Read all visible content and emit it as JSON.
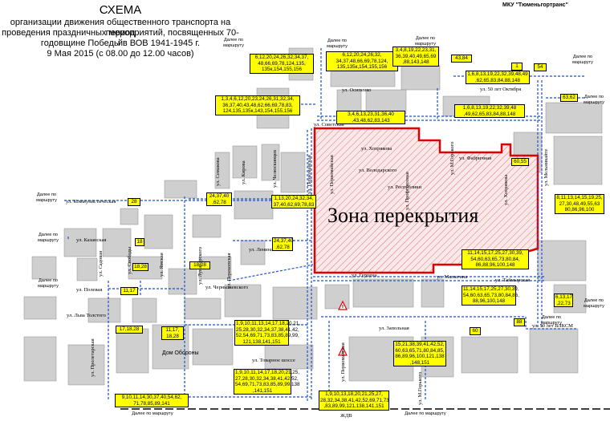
{
  "header": {
    "title": "СХЕМА",
    "line1": "организации движения общественного транспорта на период",
    "line2": "проведения праздничных мероприятий, посвященных 70-й",
    "line3": "годовщине Победы в ВОВ 1941-1945 г.",
    "line4": "9 Мая 2015 (с 08.00 до 12.00 часов)",
    "org": "МКУ \"Тюменьгортранс\""
  },
  "zone_label": "Зона перекрытия",
  "landmark": "Дом Обороны",
  "notes": {
    "more": "Далее по маршруту",
    "more_inline": "Далее по маршруту"
  },
  "boxes": {
    "b01": "6,12,20,24,26,32,34,37, 48,66,69,78,124,135, 135к,154,155,156",
    "b02": "6,12,20,24,26,32, 34,37,48,66,69,78,124, 135,135к,154,155,156",
    "b03": "3,4,8,19,22,23,31, 36,39,40,49,65,69 ,88,143,148",
    "b04": "43,84",
    "b05": "1,6,8,13,19,22,32,39,48,49 ,62,65,83,84,88,148",
    "b06": "1",
    "b07": "54",
    "b08": "63,62",
    "b09": "1,3,4,6,12,20,23,24,26,31,32,34, 36,37,40,43,48,62,66,69,78,83, 124,135,135к,143,154,155,156",
    "b10": "3,4,6,13,23,31,36,40 ,43,48,62,83,143",
    "b11": "1,6,8,13,19,22,32,39,48 ,49,62,65,83,84,88,148",
    "b12": "60,55",
    "b13": "8,11,13,14,15,19,25, 27,30,48,49,55,63 80,86,96,100",
    "b14": "24,37,40 ,62,78",
    "b15": "1,13,20,24,32,34, 37,40,62,69,78,83",
    "b16": "28",
    "b17": "18",
    "b18": "24,37,40 ,62,78",
    "b19": "18,28",
    "b20": "18,28",
    "b21": "11,14,15,17,25,27,30,39, 54,60,63,65,73,80,84, 86,88,96,100,148",
    "b22": "11,17",
    "b23": "11,14,15,17,25,27,30,39, 54,60,63,65,73,80,84,86, 88,96,100,148",
    "b24": "6,13,17 ,22,73",
    "b25": "17,18,28",
    "b26": "11,17, 18,28",
    "b27": "1,9,10,11,13,14,17,18,20,21, 25,28,30,32,34,37,38,41,42, 52,54,69,71,73,83,85,89,99, 121,138,141,151",
    "b28": "15,21,38,39,41,42,52, 60,63,65,71,80,84,85, 86,89,96,100,121,138 ,148,151",
    "b29": "60",
    "b30": "88",
    "b31": "1,9,10,11,14,17,18,20,21,25, 27,28,30,32,34,38,41,42,52, 54,69,71,73,83,85,89,99,138 ,141,151",
    "b32": "1,9,10,13,18,20,21,25,27, 28,32,34,38,41,42,52,69,71,73 ,83,89,99,121,138,141,151",
    "b33": "9,10,11,14,30,37,40,54,62, 71,78,85,89,141"
  },
  "streets": {
    "s01": "ул. Осипенко",
    "s02": "ул. 50 лет Октября",
    "s03": "ул. Советская",
    "s04": "ул. Хохрякова",
    "s05": "ул. Володарского",
    "s06": "ул. Фабричная",
    "s07": "ул. Республики",
    "s08": "ул. Коммунистическая",
    "s09": "ул. Казанская",
    "s10": "ул. Ленина",
    "s11": "ул. Чернышевского",
    "s12": "ул. Полевая",
    "s13": "ул. Льва Толстого",
    "s14": "ул. Герцена",
    "s15": "ул. Малыгина",
    "s16": "ул. Таймырская",
    "s17": "ул. Запольная",
    "s18": "ул. 50 лет ВЛКСМ",
    "s19": "ул. Товарное шоссе",
    "s20": "ЖДВ",
    "v01": "ул. Семакова",
    "v02": "ул. Кирова",
    "v03": "ул. Челюскинцев",
    "v04": "ул. Первомайская",
    "v05": "ул. Первомайская",
    "v06": "ул. Профсоюзная",
    "v07": "ул. М.Горького",
    "v08": "ул. Хохрякова",
    "v09": "ул. Мельникайте",
    "v10": "ул. Садовая",
    "v11": "ул. Свободы",
    "v12": "ул. Ямская",
    "v13": "ул. Луначарского",
    "v14": "ул. Перекопская",
    "v15": "ул. Пролетарская",
    "v16": "ул. Первомайская",
    "v17": "ул. М.Горького"
  },
  "colors": {
    "route_line": "#1f4fd0",
    "closure_border": "#e00000",
    "route_box": "#ffff00",
    "block": "#cfcfcf"
  }
}
